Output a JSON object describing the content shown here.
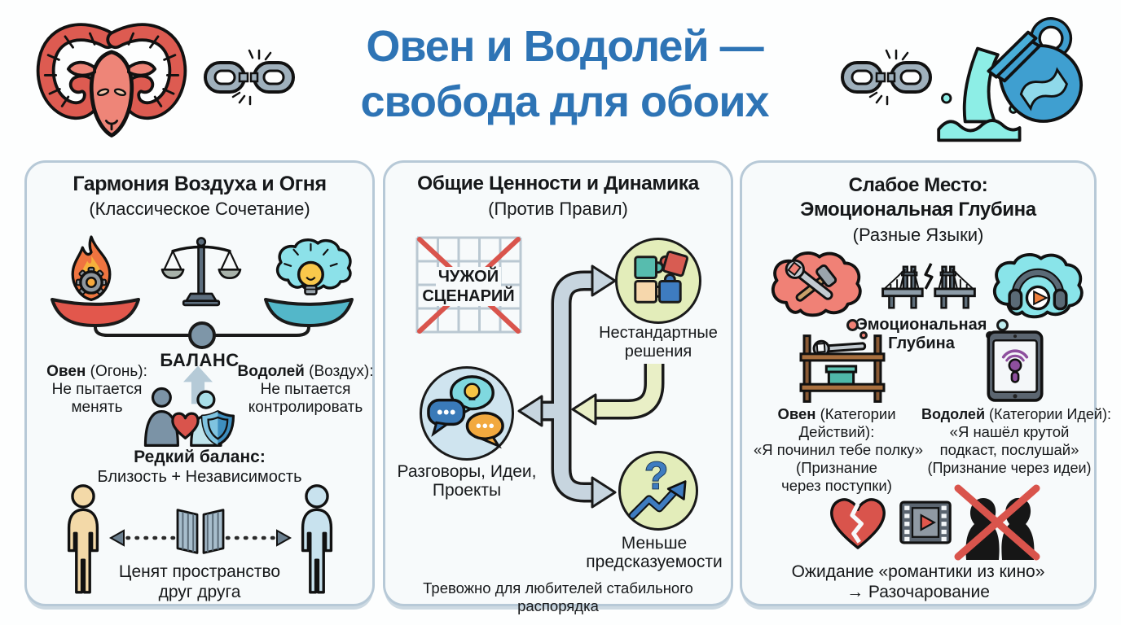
{
  "colors": {
    "title_blue": "#2e74b5",
    "accent_red": "#d9544c",
    "accent_teal": "#53b7c9",
    "panel_bg": "#f7fafb",
    "panel_border": "#b7c9d7",
    "arrow_gray": "#c7d5df",
    "arrow_green": "#e9efc6",
    "node_green_bg": "#e3edba",
    "node_blue_bg": "#cfe4ef"
  },
  "header": {
    "title_line1": "Овен и Водолей —",
    "title_line2": "свобода для обоих",
    "icons": [
      "aries-ram-icon",
      "broken-chain-icon",
      "broken-chain-icon",
      "aquarius-jug-icon"
    ]
  },
  "panel_harmony": {
    "title": "Гармония Воздуха и Огня",
    "subtitle": "(Классическое Сочетание)",
    "icons": [
      "fire-gear-icon",
      "balance-scales-icon",
      "cloud-idea-icon",
      "fire-dish",
      "air-dish",
      "seesaw-pivot",
      "up-arrow-icon",
      "couple-heart-shield-icon",
      "person-icon",
      "open-doors-icon",
      "space-arrows"
    ],
    "balance_label": "БАЛАНС",
    "aries": {
      "name": "Овен",
      "rest": " (Огонь):",
      "line1": "Не пытается",
      "line2": "менять"
    },
    "aquarius": {
      "name": "Водолей",
      "rest": " (Воздух):",
      "line1": "Не пытается",
      "line2": "контролировать"
    },
    "rare": {
      "title": "Редкий баланс:",
      "text": "Близость + Независимость"
    },
    "caption": {
      "line1": "Ценят пространство",
      "line2": "друг друга"
    }
  },
  "panel_values": {
    "title": "Общие Ценности и Динамика",
    "subtitle": "(Против Правил)",
    "crossed": {
      "line1": "ЧУЖОЙ",
      "line2": "СЦЕНАРИЙ"
    },
    "icons": [
      "crossed-grid-icon",
      "puzzle-icon",
      "speech-bubbles-icon",
      "question-trend-icon",
      "flow-arrows"
    ],
    "nodes": {
      "solutions": {
        "line1": "Нестандартные",
        "line2": "решения"
      },
      "talks": {
        "line1": "Разговоры, Идеи,",
        "line2": "Проекты"
      },
      "unpredictability": {
        "line1": "Меньше",
        "line2": "предсказуемости"
      }
    },
    "footnote": "Тревожно для любителей стабильного распорядка"
  },
  "panel_weak": {
    "title_line1": "Слабое Место:",
    "title_line2": "Эмоциональная Глубина",
    "subtitle": "(Разные Языки)",
    "icons": [
      "tools-thought-cloud-icon",
      "broken-bridge-icon",
      "music-thought-cloud-icon",
      "shelf-wrench-icon",
      "tablet-podcast-icon",
      "broken-heart-icon",
      "film-play-icon",
      "crossed-couple-icon"
    ],
    "depth_label": {
      "line1": "Эмоциональная",
      "line2": "Глубина"
    },
    "aries": {
      "name": "Овен",
      "rest": " (Категории",
      "line2": "Действий):",
      "quote": "«Я починил тебе полку»",
      "note1": "(Признание",
      "note2": "через поступки)"
    },
    "aquarius": {
      "name": "Водолей",
      "rest": " (Категории Идей):",
      "quote1": "«Я нашёл крутой",
      "quote2": "подкаст, послушай»",
      "note": "(Признание через идеи)"
    },
    "caption": {
      "line1": "Ожидание «романтики из кино»",
      "line2": "→ Разочарование"
    }
  }
}
